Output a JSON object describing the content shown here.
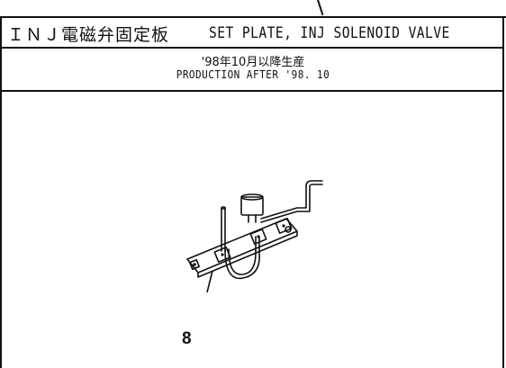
{
  "header": {
    "title_jp": "ＩＮＪ電磁弁固定板",
    "title_en": "SET PLATE, INJ SOLENOID VALVE"
  },
  "production_note": {
    "jp": "'98年10月以降生産",
    "en": "PRODUCTION AFTER '98. 10"
  },
  "figure": {
    "callout_number": "8"
  }
}
